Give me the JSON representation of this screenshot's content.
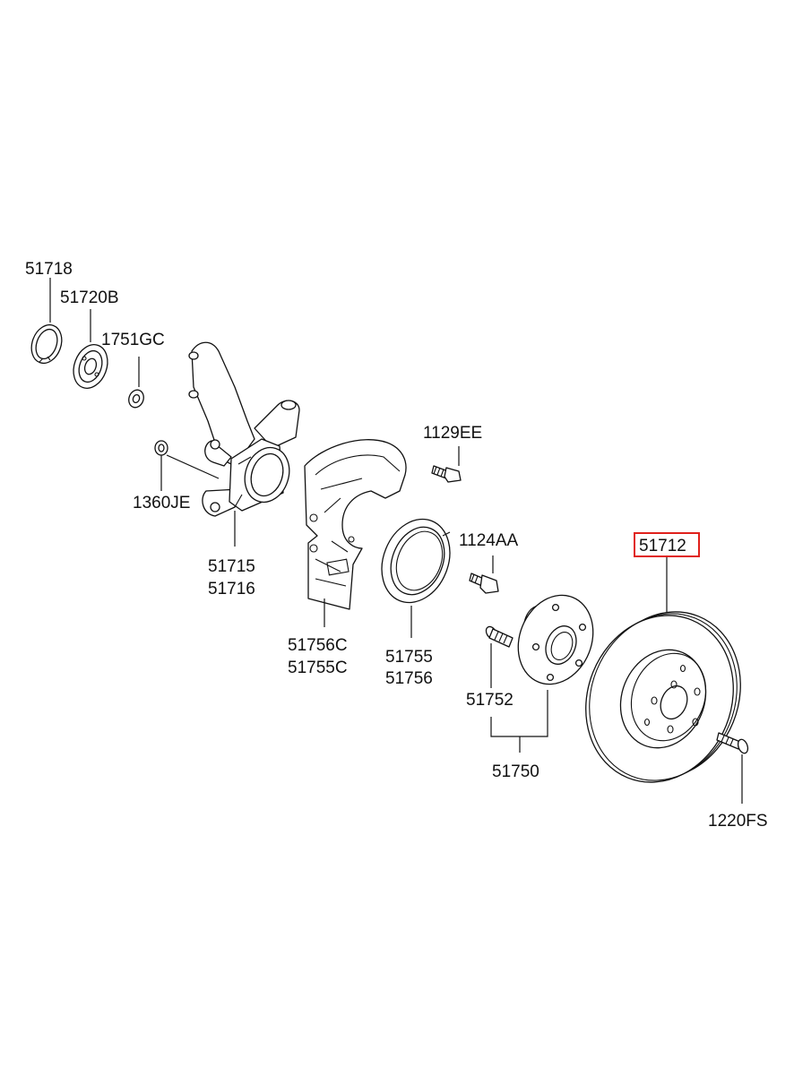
{
  "parts": {
    "p51718": "51718",
    "p51720b": "51720B",
    "p1751gc": "1751GC",
    "p1360je": "1360JE",
    "p51715": "51715",
    "p51716": "51716",
    "p1129ee": "1129EE",
    "p51756c": "51756C",
    "p51755c": "51755C",
    "p1124aa": "1124AA",
    "p51755": "51755",
    "p51756": "51756",
    "p51712": "51712",
    "p51752": "51752",
    "p51750": "51750",
    "p1220fs": "1220FS"
  },
  "highlight": {
    "part": "51712",
    "color": "#e0201b"
  }
}
